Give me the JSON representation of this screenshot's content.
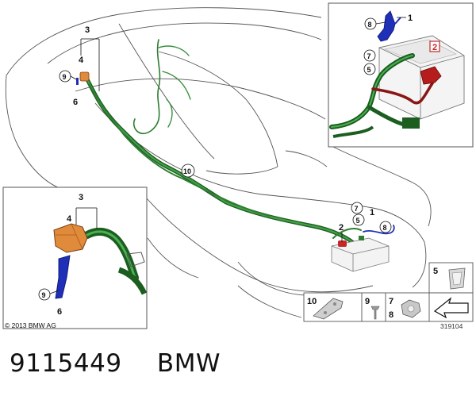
{
  "callouts": {
    "n1": "1",
    "n2": "2",
    "n3": "3",
    "n4": "4",
    "n5": "5",
    "n6": "6",
    "n7": "7",
    "n8": "8",
    "n9": "9",
    "n10": "10"
  },
  "copyright": "© 2013 BMW AG",
  "diagram_number": "319104",
  "part_number": "9115449",
  "brand": "BMW",
  "colors": {
    "harness": "#2e7d32",
    "harness_dark": "#1b5e20",
    "battery_cable": "#b71c1c",
    "blue_bracket": "#1f2fb8",
    "orange_clip": "#e08a3c",
    "outline": "#444444"
  }
}
